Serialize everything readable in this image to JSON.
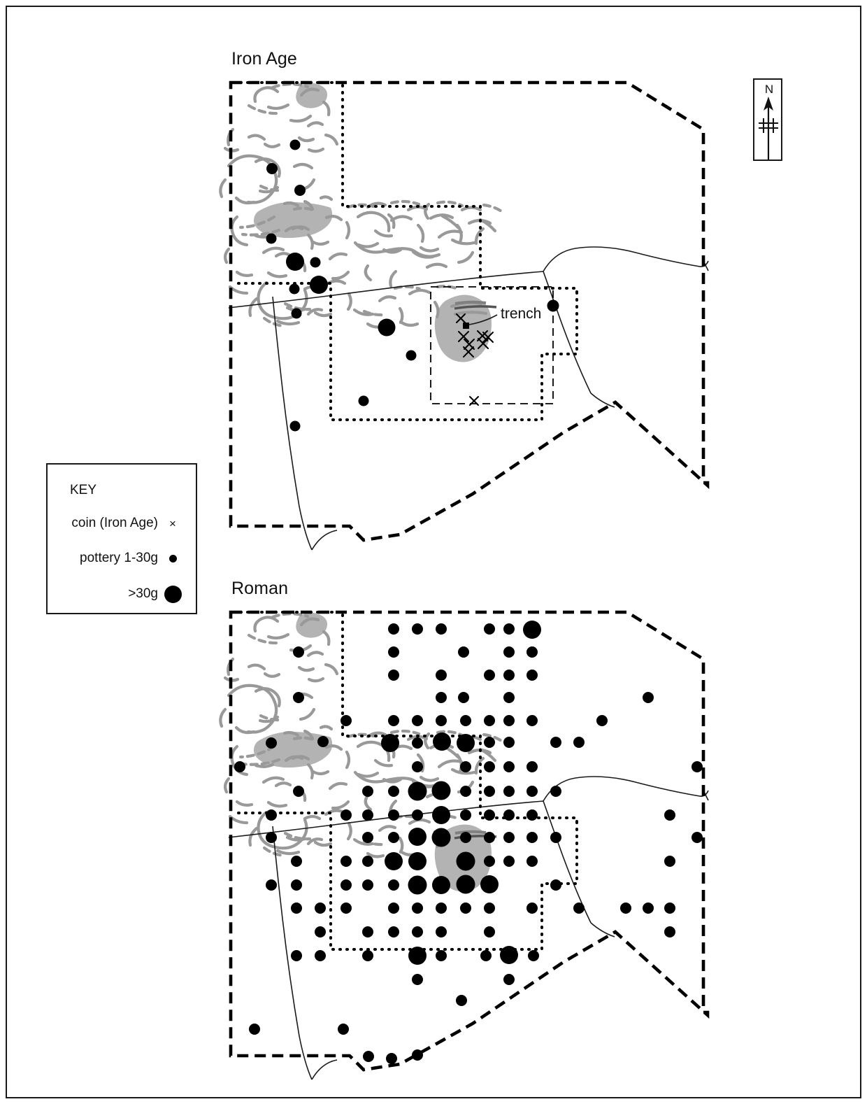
{
  "figure": {
    "page_border_color": "#1a1a1a",
    "background": "#ffffff",
    "ink_color": "#000000",
    "cropmark_line_color": "#999999",
    "cropmark_fill_color": "#b3b3b3"
  },
  "panels": {
    "iron_age": {
      "title": "Iron Age"
    },
    "roman": {
      "title": "Roman"
    }
  },
  "annotations": {
    "trench_label": "trench"
  },
  "north_arrow": {
    "letter": "N",
    "icon": "north-arrow-icon"
  },
  "key": {
    "title": "KEY",
    "rows": [
      {
        "label": "coin (Iron Age)",
        "symbol": "cross-marker",
        "glyph": "×"
      },
      {
        "label": "pottery 1-30g",
        "symbol": "small-filled-circle",
        "glyph": ""
      },
      {
        "label": ">30g",
        "symbol": "large-filled-circle",
        "glyph": ""
      }
    ]
  },
  "chart_data": {
    "type": "scatter",
    "title": "Distribution of Iron Age and Roman finds",
    "subtitle": "",
    "xlabel": "",
    "ylabel": "",
    "legend_position": "left-middle",
    "grid": false,
    "series": [
      {
        "name": "Iron Age coin",
        "panel": "iron_age",
        "marker": "cross",
        "count": 8,
        "points": [
          {
            "x": 659,
            "y": 455
          },
          {
            "x": 663,
            "y": 480
          },
          {
            "x": 671,
            "y": 490
          },
          {
            "x": 670,
            "y": 499
          },
          {
            "x": 688,
            "y": 479
          },
          {
            "x": 697,
            "y": 483
          },
          {
            "x": 691,
            "y": 490
          },
          {
            "x": 678,
            "y": 573
          }
        ]
      },
      {
        "name": "Iron Age pottery 1-30g",
        "panel": "iron_age",
        "marker": "small-circle",
        "count": 11,
        "points": [
          {
            "x": 422,
            "y": 207
          },
          {
            "x": 388,
            "y": 241
          },
          {
            "x": 429,
            "y": 272
          },
          {
            "x": 387,
            "y": 341
          },
          {
            "x": 451,
            "y": 375
          },
          {
            "x": 421,
            "y": 413
          },
          {
            "x": 424,
            "y": 448
          },
          {
            "x": 588,
            "y": 508
          },
          {
            "x": 520,
            "y": 573
          },
          {
            "x": 422,
            "y": 609
          },
          {
            "x": 791,
            "y": 437
          }
        ]
      },
      {
        "name": "Iron Age pottery >30g",
        "panel": "iron_age",
        "marker": "large-circle",
        "count": 3,
        "points": [
          {
            "x": 422,
            "y": 374
          },
          {
            "x": 455,
            "y": 407
          },
          {
            "x": 553,
            "y": 468
          }
        ]
      },
      {
        "name": "Roman pottery 1-30g",
        "panel": "roman",
        "marker": "small-circle",
        "count": 150
      },
      {
        "name": "Roman pottery >30g",
        "panel": "roman",
        "marker": "large-circle",
        "count": 24
      }
    ],
    "features": [
      {
        "name": "study-area-boundary",
        "style": "thick-dashed"
      },
      {
        "name": "fieldwalking-survey-boundary",
        "style": "dotted"
      },
      {
        "name": "excavation-trench-area",
        "style": "thin-dashed"
      },
      {
        "name": "field-boundaries",
        "style": "thin-solid"
      },
      {
        "name": "cropmarks-geophysics",
        "style": "grey-lines"
      },
      {
        "name": "soilmark-spreads",
        "style": "grey-fill"
      }
    ]
  }
}
